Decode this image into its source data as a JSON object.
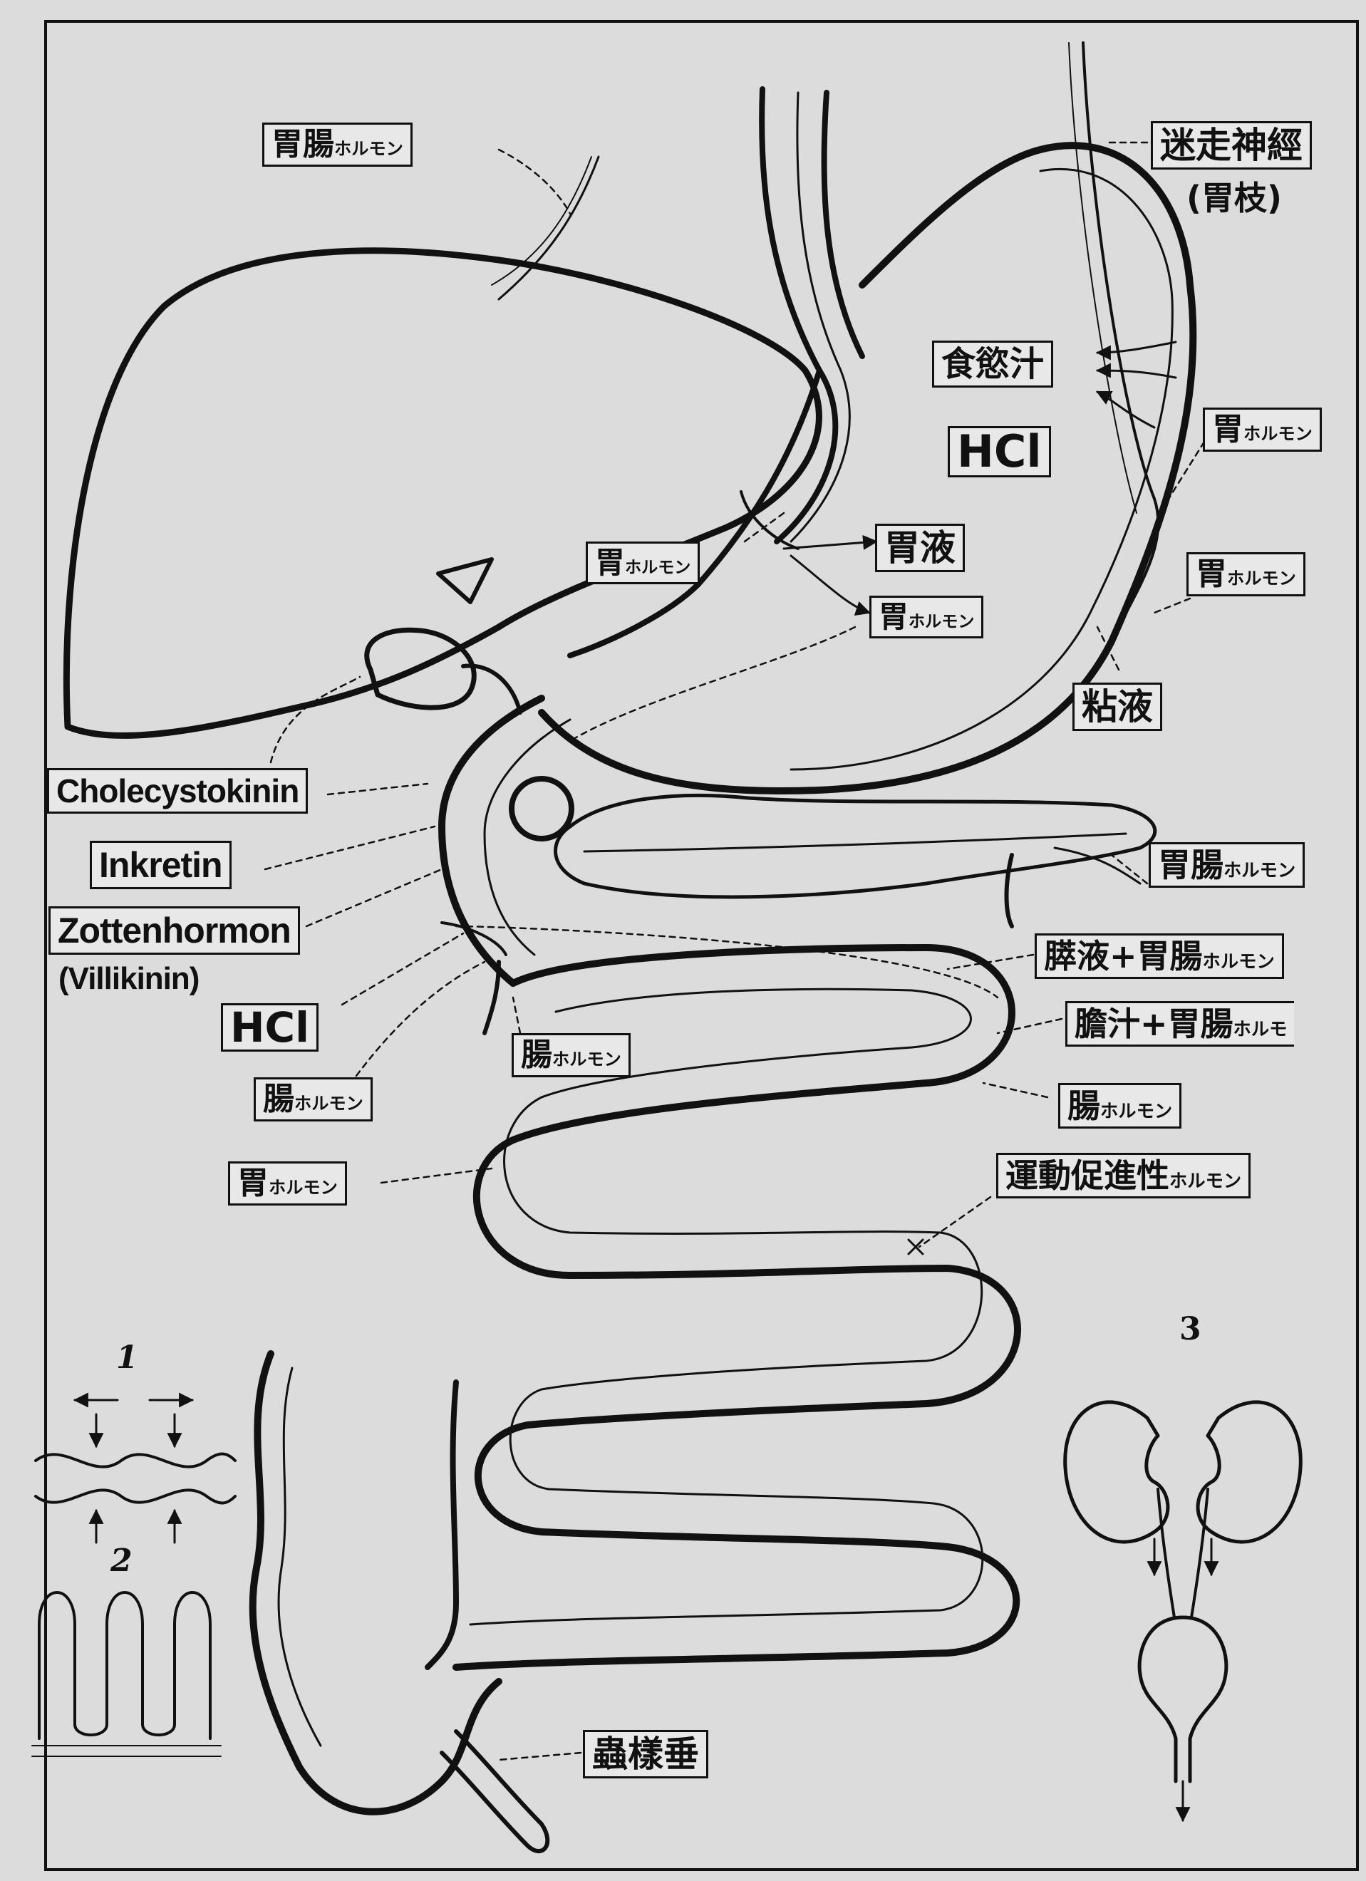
{
  "labels": {
    "gastrointestinal_hormone_top": {
      "main": "胃腸",
      "suffix": "ホルモン"
    },
    "vagus_nerve": "迷走神經",
    "gastric_branch": "(胃枝)",
    "appetite_juice": "食慾汁",
    "hcl_stomach": "HCl",
    "gastric_hormone_right1": {
      "main": "胃",
      "suffix": "ホルモン"
    },
    "gastric_hormone_right2": {
      "main": "胃",
      "suffix": "ホルモン"
    },
    "gastric_hormone_center": {
      "main": "胃",
      "suffix": "ホルモン"
    },
    "gastric_juice": "胃液",
    "gastric_hormone_center2": {
      "main": "胃",
      "suffix": "ホルモン"
    },
    "mucus": "粘液",
    "cholecystokinin": "Cholecystokinin",
    "inkretin": "Inkretin",
    "zottenhormon": "Zottenhormon",
    "villikinin": "(Villikinin)",
    "hcl_duodenum": "HCl",
    "intestinal_hormone_center": {
      "main": "腸",
      "suffix": "ホルモン"
    },
    "intestinal_hormone_left": {
      "main": "腸",
      "suffix": "ホルモン"
    },
    "gastric_hormone_left": {
      "main": "胃",
      "suffix": "ホルモン"
    },
    "gastrointestinal_hormone_pancreas": {
      "main": "胃腸",
      "suffix": "ホルモン"
    },
    "pancreatic_juice": {
      "main": "膵液+胃腸",
      "suffix": "ホルモン"
    },
    "bile": {
      "main": "膽汁+胃腸",
      "suffix": "ホルモ"
    },
    "intestinal_hormone_right": {
      "main": "腸",
      "suffix": "ホルモン"
    },
    "motility_hormone": {
      "main": "運動促進性",
      "suffix": "ホルモン"
    },
    "appendix": "蟲樣垂"
  },
  "inset_numbers": {
    "one": "1",
    "two": "2",
    "three": "3"
  },
  "colors": {
    "ink": "#111111",
    "paper": "#dcdcdc"
  }
}
